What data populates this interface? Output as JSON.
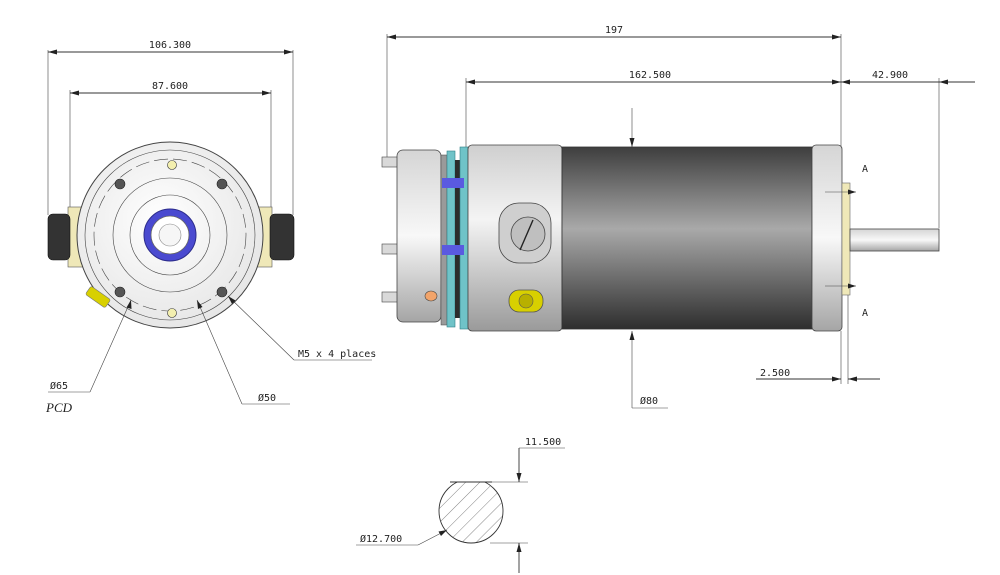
{
  "drawing": {
    "front_view": {
      "overall_width": "106.300",
      "inner_width": "87.600",
      "pcd_diameter": "Ø65",
      "pcd_label": "PCD",
      "inner_diameter": "Ø50",
      "hole_note": "M5 x 4 places"
    },
    "side_view": {
      "overall_length": "197",
      "body_length": "162.500",
      "shaft_length": "42.900",
      "flange_offset": "2.500",
      "body_diameter": "Ø80",
      "section_marker_top": "A",
      "section_marker_bottom": "A"
    },
    "shaft_section": {
      "flat_dimension": "11.500",
      "shaft_diameter": "Ø12.700"
    },
    "colors": {
      "motor_body": "#5a5a5a",
      "accent_ring": "#6fc3c8",
      "bearing_ring": "#4a4ad0",
      "connector": "#d8d000",
      "pad": "#efe8b8"
    }
  }
}
